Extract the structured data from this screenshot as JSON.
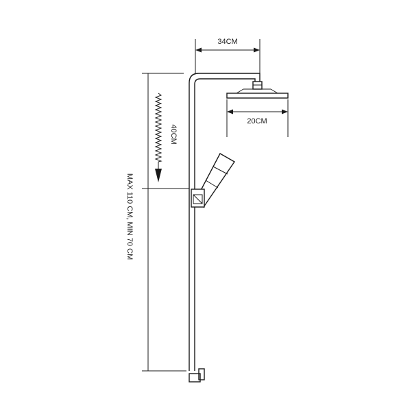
{
  "dimensions": {
    "arm_width": "34CM",
    "head_width": "20CM",
    "slide_travel": "40CM",
    "height_range": "MAX 110 CM, MIN 70 CM"
  },
  "colors": {
    "line": "#1a1a1a",
    "background": "#ffffff"
  }
}
